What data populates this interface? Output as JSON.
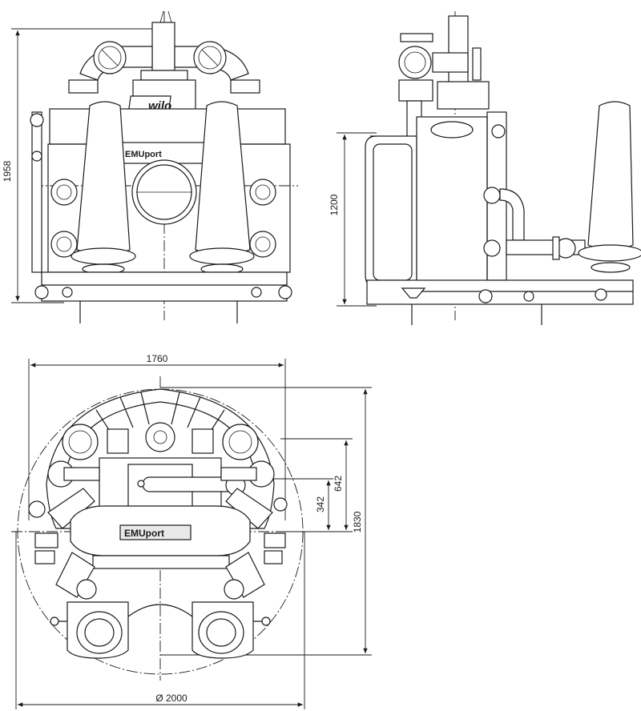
{
  "drawing": {
    "front_view": {
      "height_dim": "1958",
      "logo": "wilo",
      "label": "EMUport"
    },
    "side_view": {
      "height_dim": "1200"
    },
    "top_view": {
      "width_dim": "1760",
      "depth_dim": "1830",
      "offset_dim_a": "642",
      "offset_dim_b": "342",
      "diameter_dim": "Ø 2000",
      "label": "EMUport"
    }
  }
}
